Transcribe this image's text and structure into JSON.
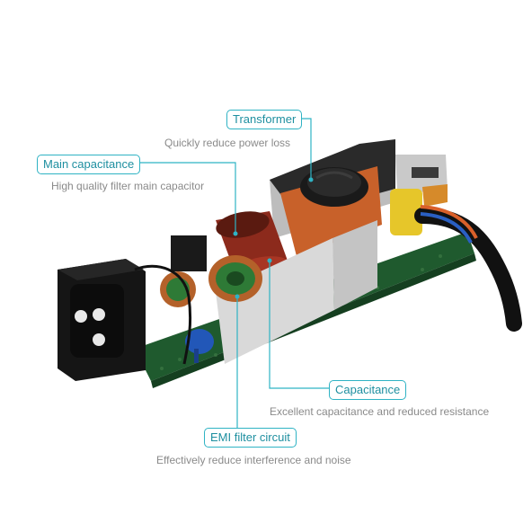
{
  "annotations": {
    "transformer": {
      "label": "Transformer",
      "description": "Quickly reduce power loss"
    },
    "main_capacitance": {
      "label": "Main capacitance",
      "description": "High quality filter main capacitor"
    },
    "capacitance": {
      "label": "Capacitance",
      "description": "Excellent capacitance and reduced resistance"
    },
    "emi_filter": {
      "label": "EMI filter circuit",
      "description": "Effectively reduce interference and noise"
    }
  },
  "colors": {
    "accent": "#2fb3c4",
    "pcb_green": "#1f5a2e",
    "capacitor_red": "#8c2a1c",
    "transformer_orange": "#c8612a",
    "heatsink": "#d9d9d9",
    "connector": "#151515",
    "blue_capacitor": "#2257b8",
    "yellow_component": "#e6c62a"
  }
}
